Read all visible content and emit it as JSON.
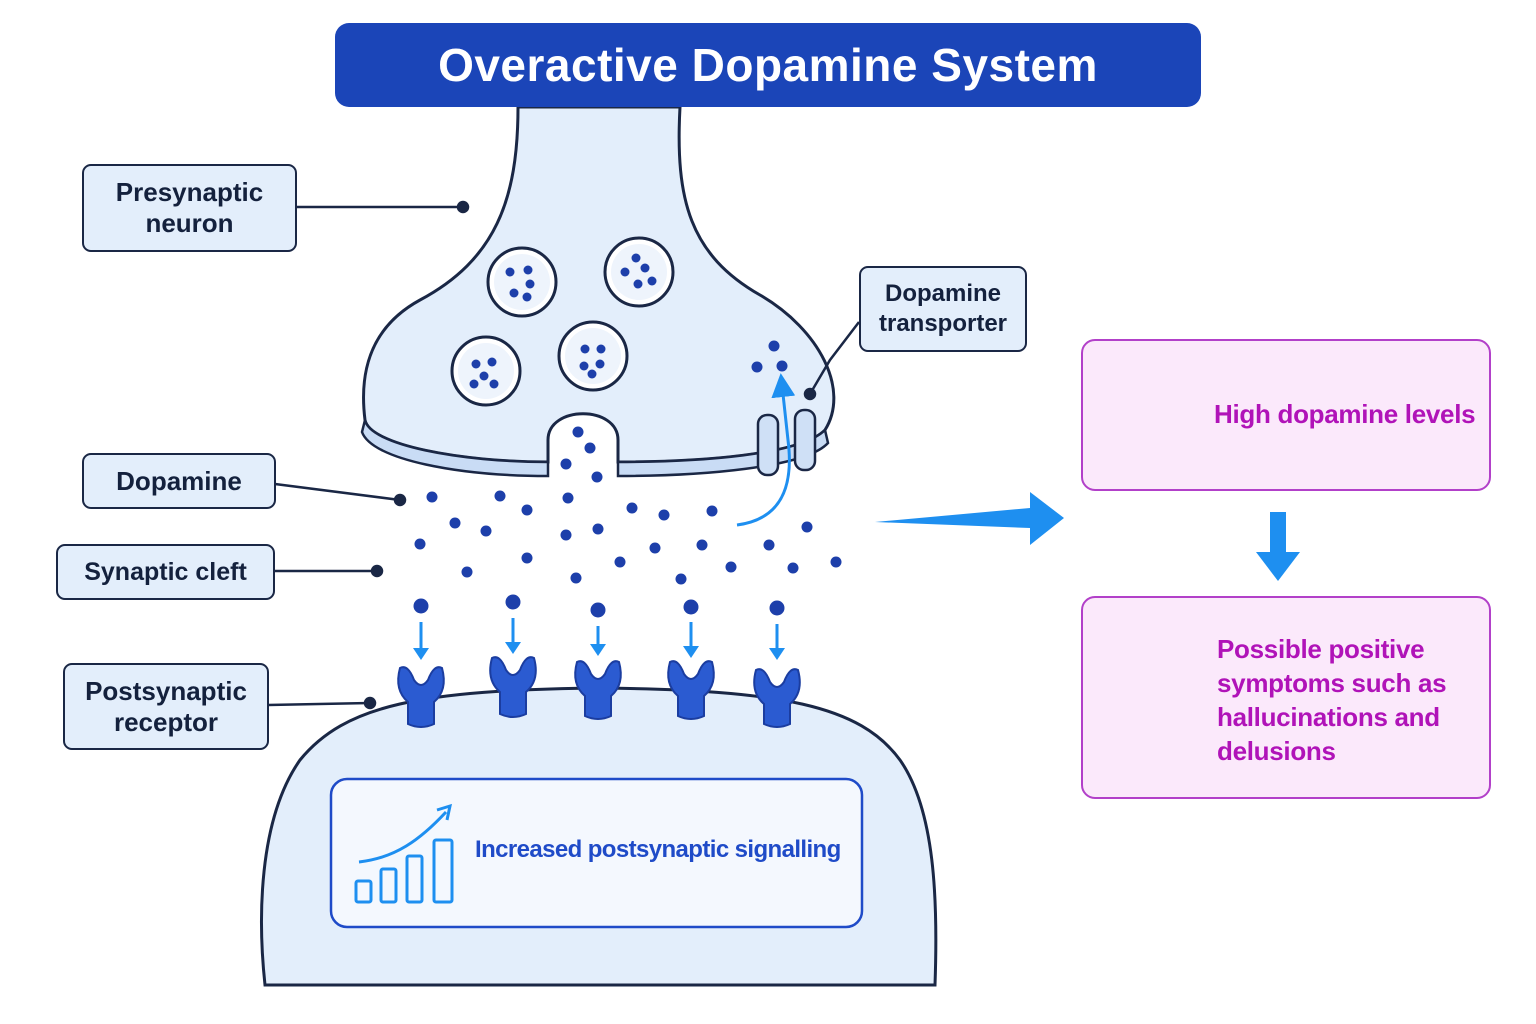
{
  "title": "Overactive Dopamine System",
  "labels": {
    "presynaptic_neuron": "Presynaptic neuron",
    "dopamine_transporter": "Dopamine transporter",
    "dopamine": "Dopamine",
    "synaptic_cleft": "Synaptic cleft",
    "postsynaptic_receptor": "Postsynaptic receptor"
  },
  "signalling_label": "Increased postsynaptic signalling",
  "effects": {
    "high_levels": "High dopamine levels",
    "symptoms": "Possible positive symptoms such as hallucinations and delusions"
  },
  "colors": {
    "title_bg": "#1b45b8",
    "neuron_fill": "#e3eefb",
    "outline": "#1a2745",
    "dopamine_dot": "#1d3faa",
    "accent_blue": "#1e8ff0",
    "receptor": "#2b5bd1",
    "purple": "#b013b8",
    "purple_fill": "#fbe9fb"
  },
  "icons": {
    "increase": "up-arrow-circle-icon",
    "symptoms": "head-thought-cloud-icon",
    "signalling": "bar-chart-trend-icon"
  }
}
